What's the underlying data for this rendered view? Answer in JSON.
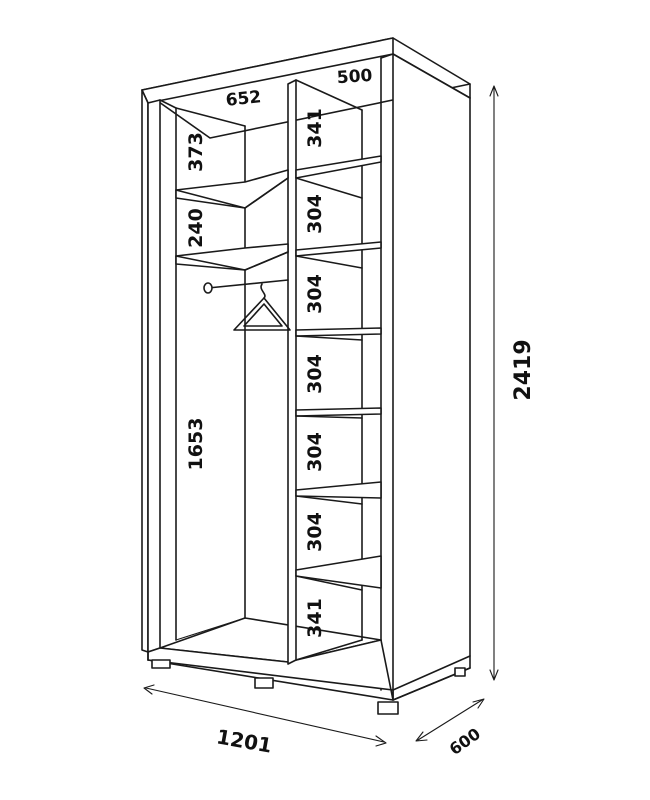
{
  "dimensions": {
    "overall_width": "1201",
    "overall_height": "2419",
    "overall_depth": "600",
    "left_section_width": "652",
    "right_section_width": "500"
  },
  "left_section": {
    "top_shelf_height": "373",
    "second_shelf_height": "240",
    "hanging_height": "1653"
  },
  "right_section": {
    "shelf_heights": [
      "341",
      "304",
      "304",
      "304",
      "304",
      "304",
      "341"
    ]
  },
  "icons": {
    "hanger": "hanger-icon",
    "rail": "clothes-rail"
  },
  "colors": {
    "line": "#1a1a1a",
    "background": "#ffffff"
  }
}
